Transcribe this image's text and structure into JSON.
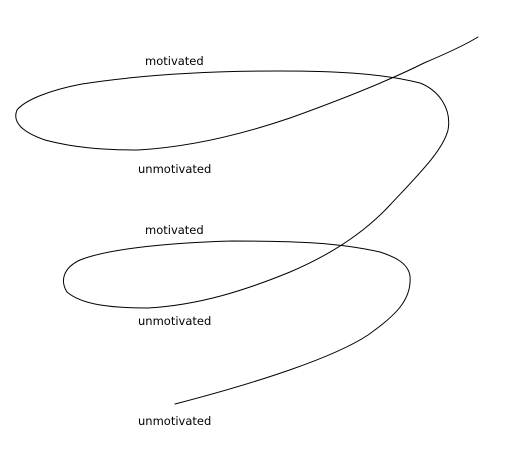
{
  "labels": {
    "upper_loop_top": "motivated",
    "upper_loop_bottom": "unmotivated",
    "lower_loop_top": "motivated",
    "lower_loop_bottom": "unmotivated",
    "curve_start": "unmotivated"
  },
  "colors": {
    "line": "#000000",
    "background": "#ffffff",
    "text": "#000000"
  }
}
